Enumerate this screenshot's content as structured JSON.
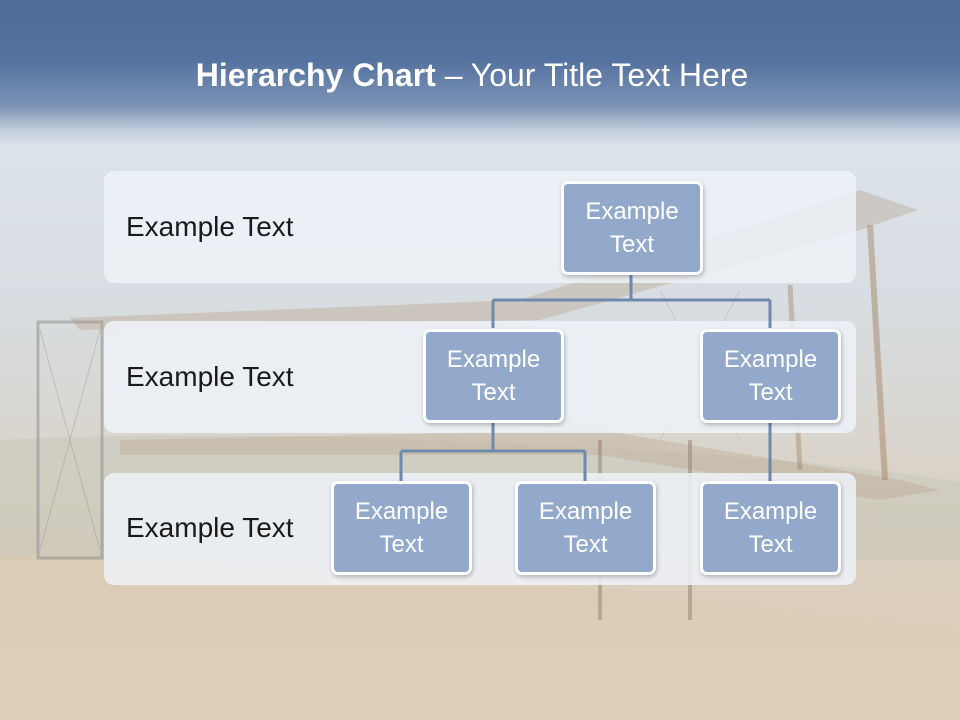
{
  "title": {
    "bold": "Hierarchy Chart",
    "rest": " – Your Title Text Here"
  },
  "levels": [
    {
      "label": "Example Text"
    },
    {
      "label": "Example Text"
    },
    {
      "label": "Example Text"
    }
  ],
  "nodes": {
    "root": "Example Text",
    "mid_left": "Example Text",
    "mid_right": "Example Text",
    "leaf_1": "Example Text",
    "leaf_2": "Example Text",
    "leaf_3": "Example Text"
  },
  "colors": {
    "title_band": "#4d6b99",
    "node_fill": "#93a9cb",
    "connector": "#6f88ad"
  }
}
